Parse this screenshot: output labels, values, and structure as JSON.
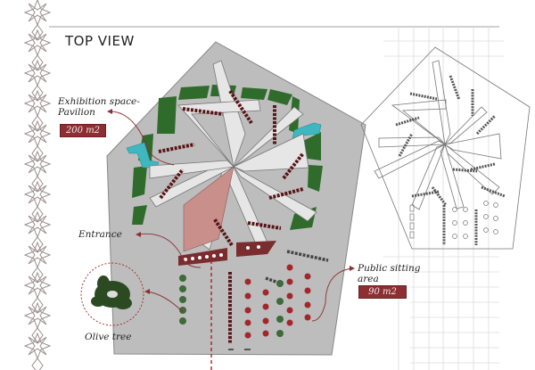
{
  "title": "TOP VIEW",
  "labels": {
    "exhibition": {
      "line1": "Exhibition space-",
      "line2": "Pavilion",
      "area": "200 m2"
    },
    "entrance": "Entrance",
    "public_sitting": {
      "line1": "Public sitting",
      "line2": "area",
      "area": "90 m2"
    },
    "olive_tree": "Olive tree"
  },
  "colors": {
    "accent": "#8b2f33",
    "paving": "#bdbdbd",
    "grass": "#2f6b2a",
    "water": "#3fb7c0",
    "entrance_path": "#c98f8a",
    "wood": "#e4e4e4",
    "grid_line": "#d6d6d6",
    "ornament": "#9a8c8c"
  }
}
